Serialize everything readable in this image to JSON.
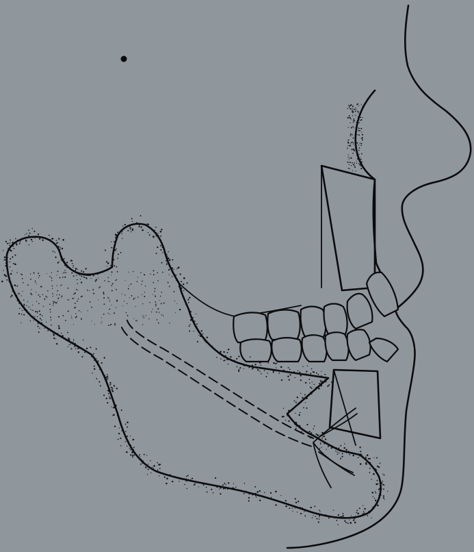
{
  "figure": {
    "subject": "mandible-profile-with-wedge-osteotomy",
    "background_color": "#8f969c",
    "ink_color": "#0b0b0d",
    "icons": [
      "mandible",
      "soft-tissue-profile",
      "upper-teeth",
      "lower-teeth",
      "wedge-resection",
      "mandibular-canal",
      "mental-nerve",
      "reference-dot"
    ]
  }
}
